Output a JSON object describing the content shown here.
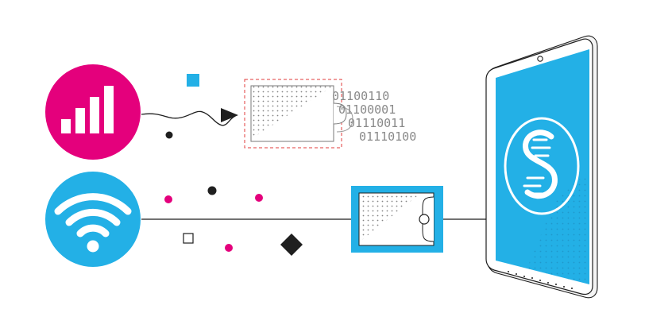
{
  "binary_lines": [
    "01100110",
    "01100001",
    "01110011",
    "01110100"
  ],
  "colors": {
    "magenta": "#e4007c",
    "blue": "#23b0e6",
    "dark": "#1f1f1f",
    "white": "#ffffff",
    "grey": "#9a9a9a",
    "red_dashed": "#e03b3b"
  },
  "icons": {
    "cellular": "cellular-signal-icon",
    "wifi": "wifi-icon",
    "app_logo": "s-logo-icon"
  }
}
